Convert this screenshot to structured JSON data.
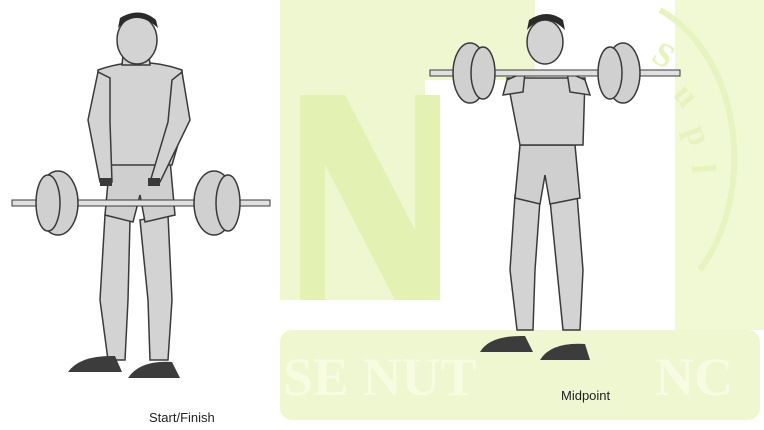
{
  "figure": {
    "caption_start": "Start/Finish",
    "caption_mid": "Midpoint"
  },
  "watermark": {
    "line_text": "SE NUTRITION INC",
    "arc_text": "Supplements",
    "color": "#e9f5c2"
  },
  "colors": {
    "skin": "#d3d3d3",
    "outline": "#3a3a3a",
    "hair": "#2a2a2a",
    "shoe": "#3c3c3c",
    "shorts": "#cfcfcf",
    "plate": "#d0d0d0"
  }
}
